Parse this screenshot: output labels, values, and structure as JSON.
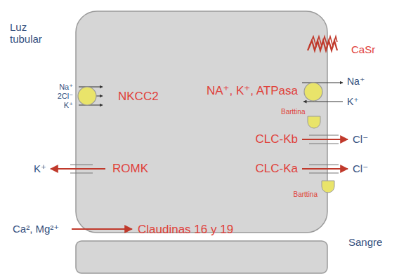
{
  "diagram": {
    "labels": [
      "Luz tubular",
      "CaSr",
      "Na⁺",
      "2Cl⁻",
      "K⁺",
      "NKCC2",
      "NA⁺, K⁺, ATPasa",
      "Na⁺",
      "K⁺",
      "Barttina",
      "CLC-Kb",
      "Cl⁻",
      "K⁺",
      "ROMK",
      "CLC-Ka",
      "Cl⁻",
      "Barttina",
      "Ca², Mg²⁺",
      "Claudinas 16 y 19",
      "Sangre"
    ]
  }
}
